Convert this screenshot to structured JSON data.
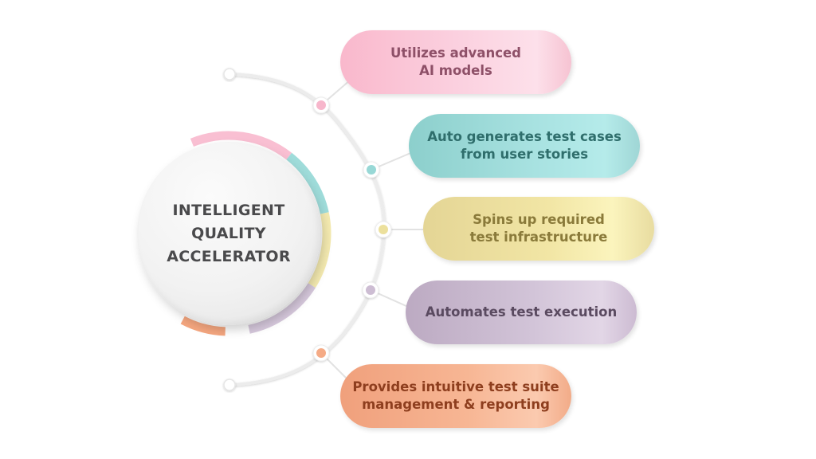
{
  "hub": {
    "lines": [
      "INTELLIGENT",
      "QUALITY",
      "ACCELERATOR"
    ]
  },
  "items": [
    {
      "lines": [
        "Utilizes advanced",
        "AI models"
      ],
      "color": "#f7b6cb",
      "text_color": "#8e5068",
      "icon": "pink-node-dot"
    },
    {
      "lines": [
        "Auto generates test cases",
        "from user stories"
      ],
      "color": "#98d8d6",
      "text_color": "#2f6e6c",
      "icon": "teal-node-dot"
    },
    {
      "lines": [
        "Spins up required",
        "test infrastructure"
      ],
      "color": "#ece09c",
      "text_color": "#8a7a3a",
      "icon": "yellow-node-dot"
    },
    {
      "lines": [
        "Automates test execution"
      ],
      "color": "#cdbdd3",
      "text_color": "#5a4a60",
      "icon": "purple-node-dot"
    },
    {
      "lines": [
        "Provides intuitive test suite",
        "management & reporting"
      ],
      "color": "#f5ab86",
      "text_color": "#8e3e1e",
      "icon": "orange-node-dot"
    }
  ],
  "ring_colors": [
    "#f9bfd2",
    "#9fdcda",
    "#f4eab0",
    "#d6c8dc",
    "#f4a67f"
  ]
}
